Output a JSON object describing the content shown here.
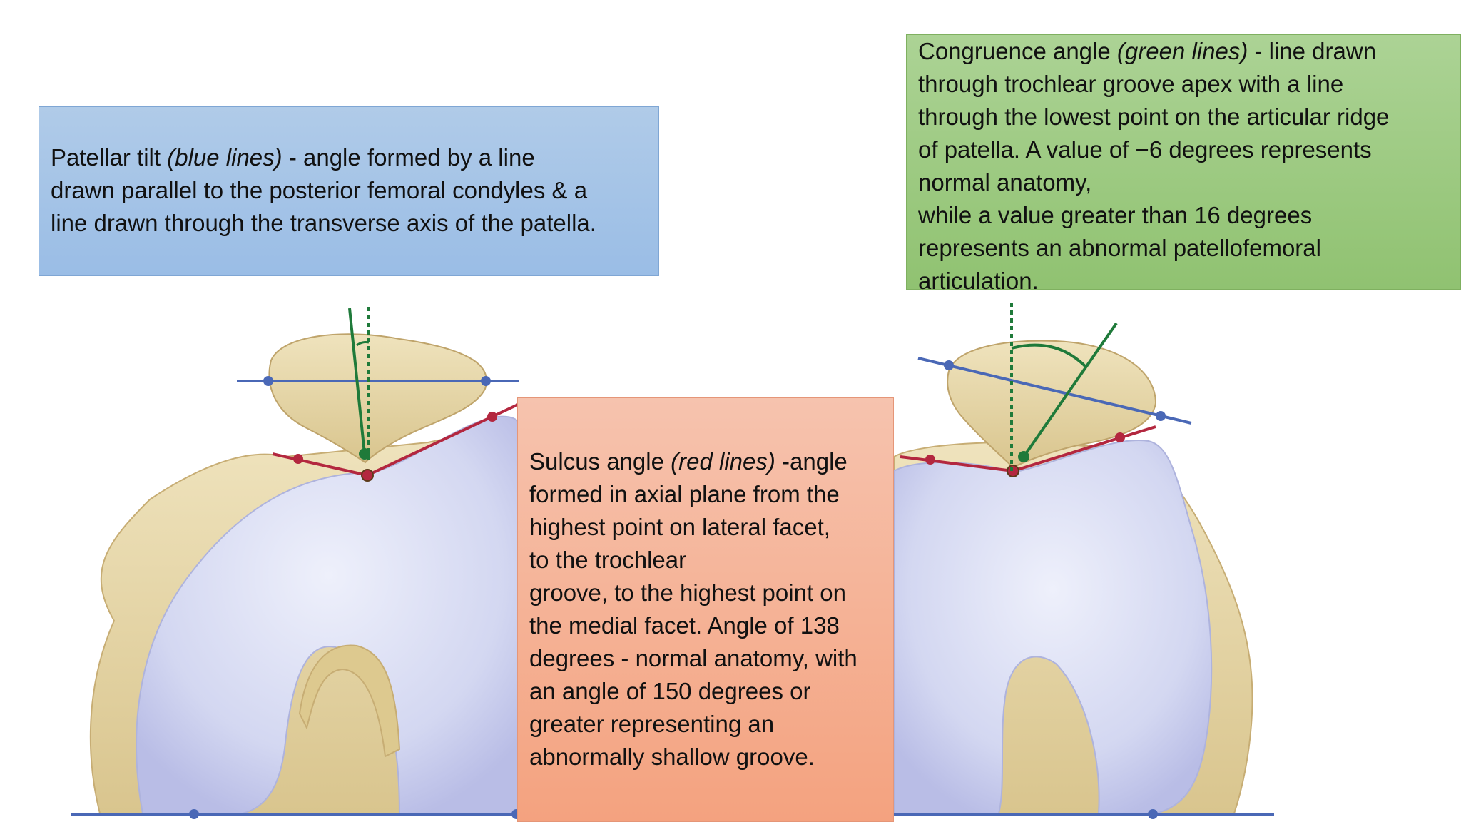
{
  "boxes": {
    "patellar_tilt": {
      "title": "Patellar tilt",
      "color_label": "(blue lines)",
      "line1_rest": " - angle formed by a line",
      "line2": "drawn parallel to the posterior femoral condyles & a",
      "line3": "line drawn through the transverse axis of the patella."
    },
    "congruence": {
      "title": "Congruence angle",
      "color_label": "(green lines)",
      "line1_rest": " - line drawn",
      "line2": "through trochlear groove apex with a line",
      "line3": "through the lowest point on the articular ridge",
      "line4": "of patella. A value of −6 degrees represents",
      "line5": "normal anatomy,",
      "line6": "while a value greater than 16 degrees",
      "line7": "represents an abnormal patellofemoral",
      "line8": "articulation."
    },
    "sulcus": {
      "title": "Sulcus angle",
      "color_label": "(red lines)",
      "line1_rest": " -angle",
      "line2": "formed in axial plane from the",
      "line3": "highest point on lateral facet,",
      "line4": "to the trochlear",
      "line5": "groove, to the highest point on",
      "line6": "the medial facet. Angle of 138",
      "line7": "degrees - normal anatomy, with",
      "line8": "an angle of 150 degrees or",
      "line9": "greater representing an",
      "line10": "abnormally shallow groove."
    }
  },
  "colors": {
    "blue_line": "#4a68b6",
    "red_line": "#b3273f",
    "green_line": "#1f7a3a",
    "bone": "#e6d8ad",
    "cartilage": "#d9dcf3"
  }
}
